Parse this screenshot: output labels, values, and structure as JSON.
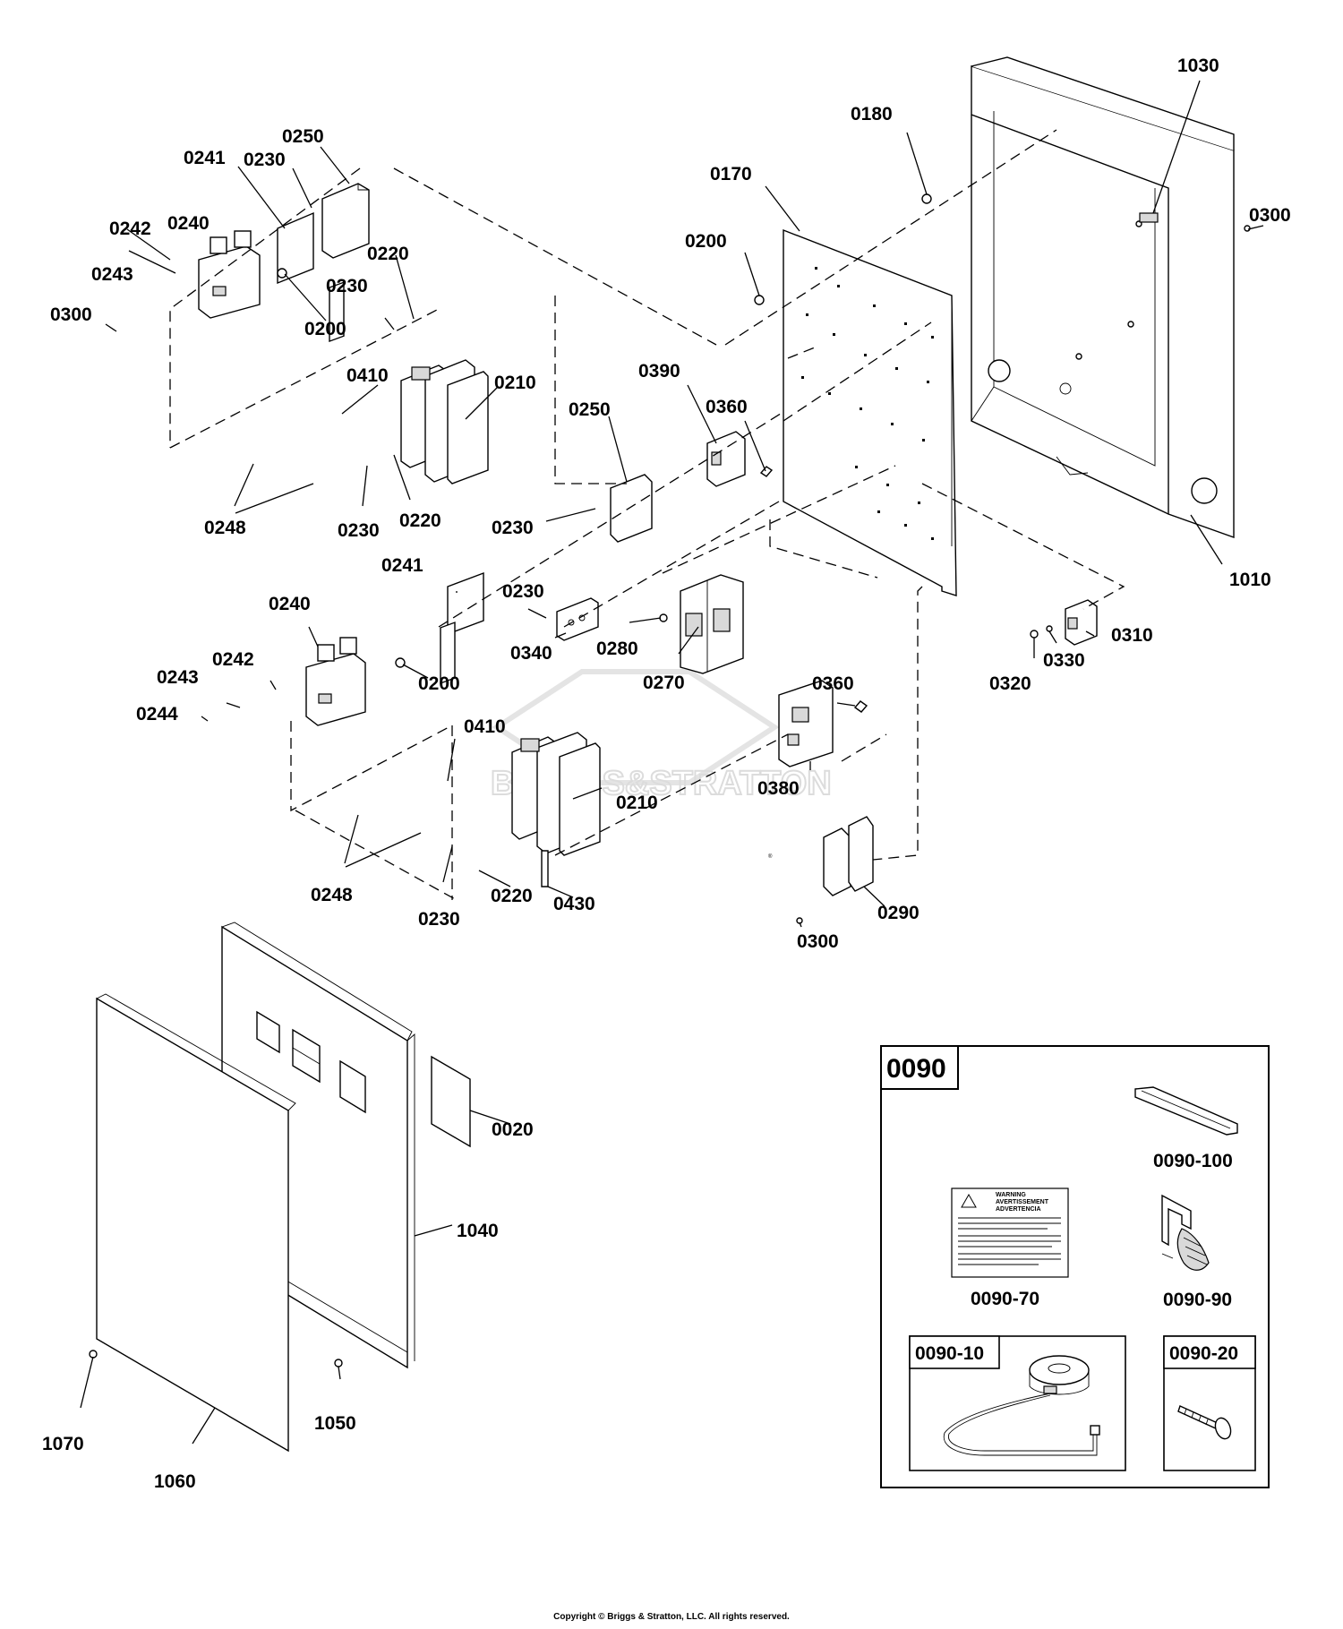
{
  "diagram": {
    "callouts": {
      "c1030": "1030",
      "c0180": "0180",
      "c0300a": "0300",
      "c0170": "0170",
      "c0200a": "0200",
      "c0250a": "0250",
      "c0241a": "0241",
      "c0230a": "0230",
      "c0240a": "0240",
      "c0242a": "0242",
      "c0243a": "0243",
      "c0300b": "0300",
      "c0220a": "0220",
      "c0230b": "0230",
      "c0200b": "0200",
      "c0410a": "0410",
      "c0210a": "0210",
      "c0390": "0390",
      "c0360a": "0360",
      "c0250b": "0250",
      "c0248a": "0248",
      "c0230c": "0230",
      "c0220b": "0220",
      "c0230d": "0230",
      "c1010": "1010",
      "c0241b": "0241",
      "c0230e": "0230",
      "c0340": "0340",
      "c0280": "0280",
      "c0270": "0270",
      "c0240b": "0240",
      "c0242b": "0242",
      "c0243b": "0243",
      "c0244": "0244",
      "c0200c": "0200",
      "c0360b": "0360",
      "c0310": "0310",
      "c0330": "0330",
      "c0320": "0320",
      "c0380": "0380",
      "c0410b": "0410",
      "c0210b": "0210",
      "c0248b": "0248",
      "c0230f": "0230",
      "c0220c": "0220",
      "c0430": "0430",
      "c0290": "0290",
      "c0300c": "0300",
      "c0020": "0020",
      "c1040": "1040",
      "c1050": "1050",
      "c1070": "1070",
      "c1060": "1060"
    },
    "kit": {
      "title": "0090",
      "items": {
        "i100": "0090-100",
        "i70": "0090-70",
        "i90": "0090-90",
        "i10": "0090-10",
        "i20": "0090-20"
      },
      "warning_label": {
        "line1": "WARNING",
        "line2": "AVERTISSEMENT",
        "line3": "ADVERTENCIA"
      }
    },
    "watermark": "BRIGGS&STRATTON",
    "watermark_mark": "®"
  },
  "footer": {
    "copyright": "Copyright © Briggs & Stratton, LLC. All rights reserved."
  }
}
